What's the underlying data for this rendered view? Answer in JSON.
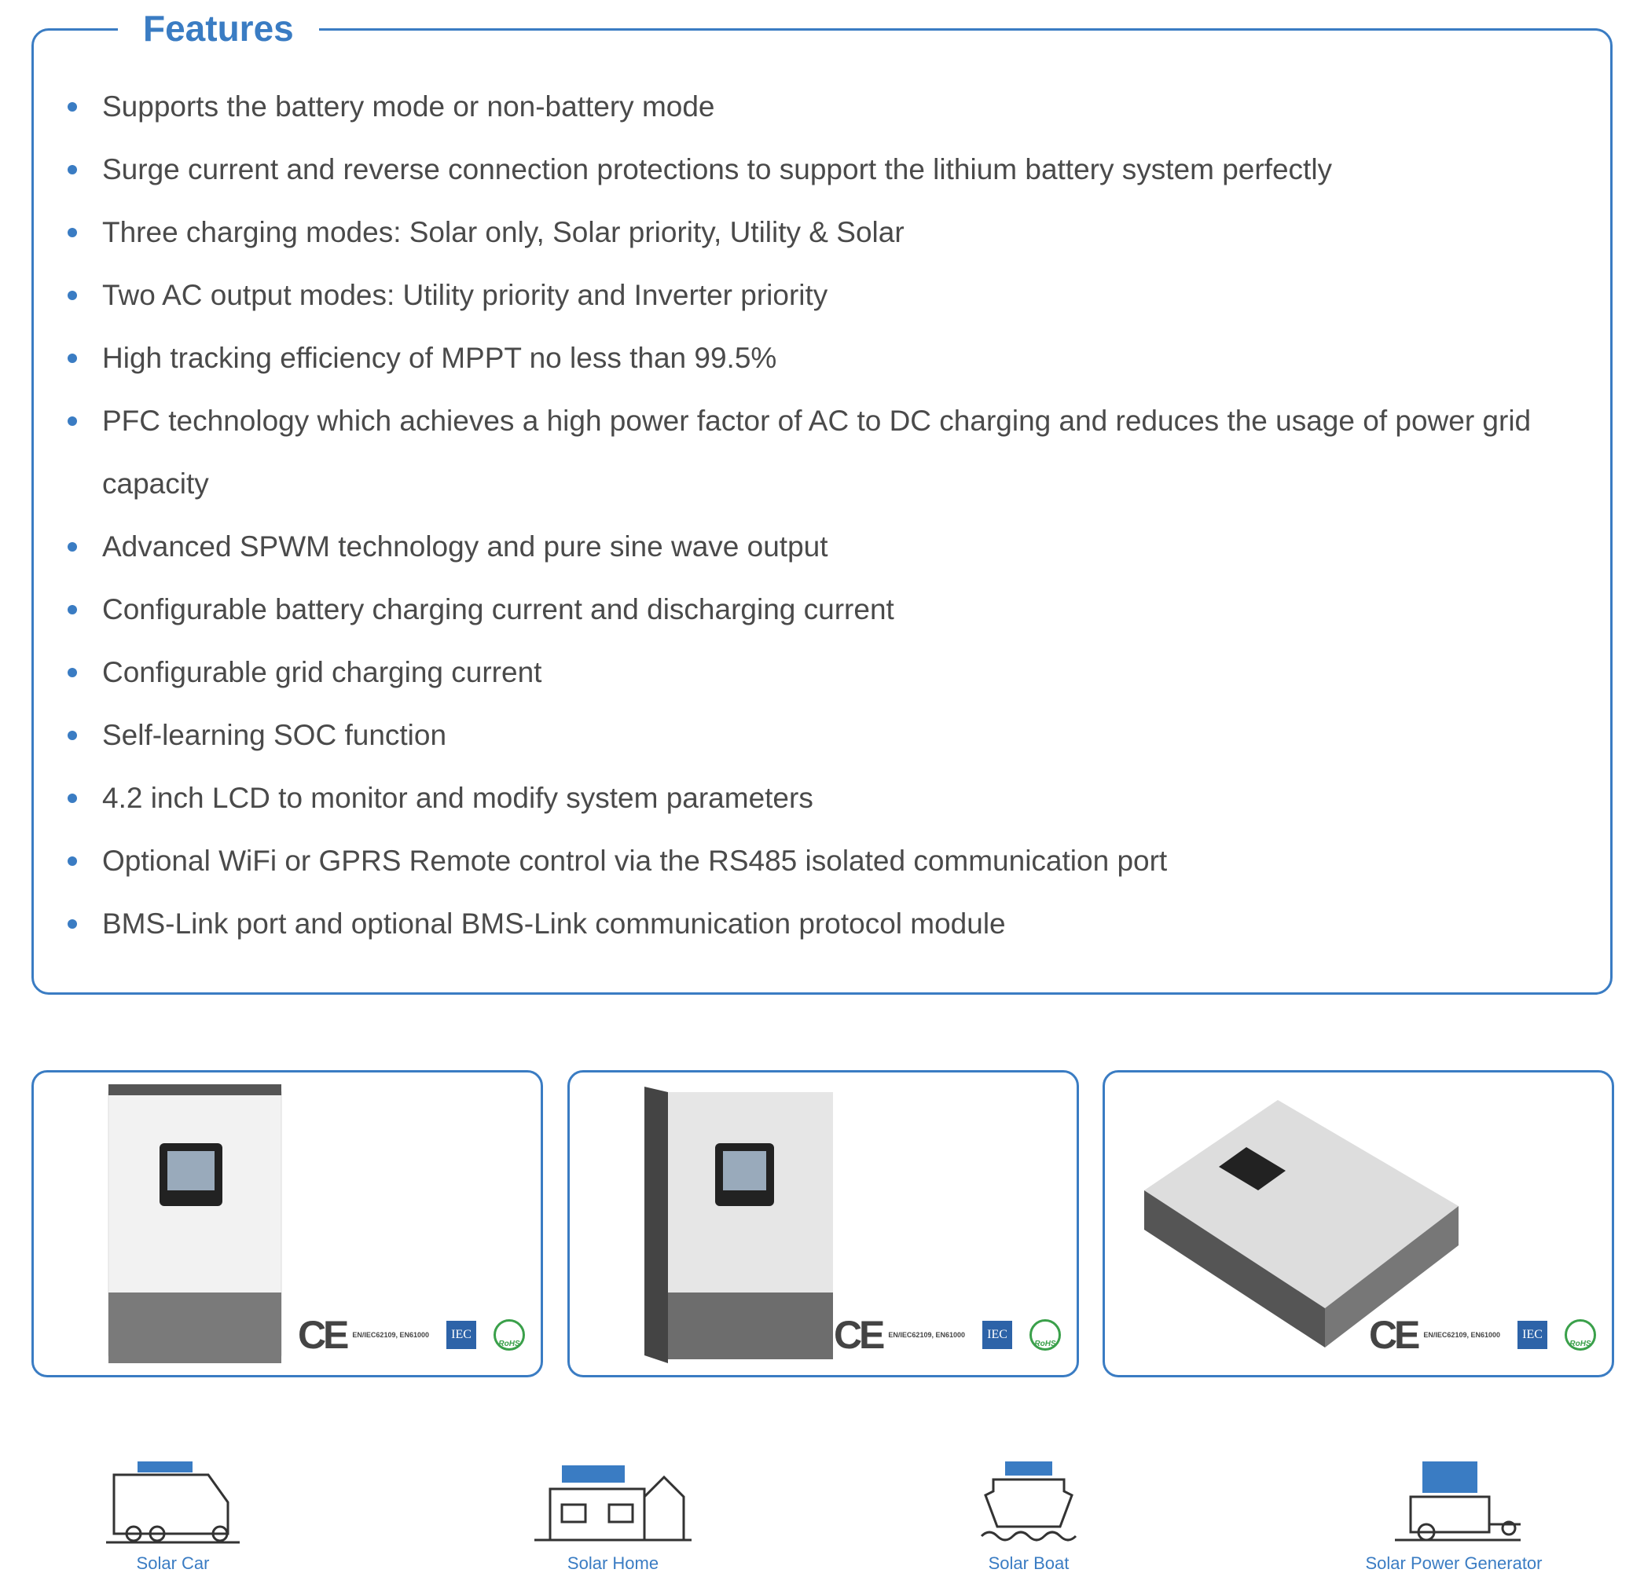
{
  "title": "Features",
  "features": [
    "Supports the battery mode or non-battery mode",
    "Surge current and reverse connection protections to support the lithium battery system perfectly",
    "Three charging modes: Solar only, Solar priority, Utility & Solar",
    "Two AC output modes: Utility priority and Inverter priority",
    "High tracking efficiency of MPPT no less than 99.5%",
    "PFC technology which achieves a high power factor of AC to DC charging and reduces the usage of power grid capacity",
    "Advanced SPWM technology and pure sine wave output",
    "Configurable battery charging current and discharging current",
    "Configurable grid charging current",
    "Self-learning SOC function",
    "4.2 inch LCD to monitor and modify system parameters",
    "Optional WiFi or GPRS Remote control via the RS485 isolated communication port",
    "BMS-Link port and optional BMS-Link communication protocol module"
  ],
  "certs": {
    "ce": "CE",
    "standards": "EN/IEC62109, EN61000",
    "iec": "IEC",
    "rohs": "RoHS"
  },
  "applications": [
    "Solar Car",
    "Solar Home",
    "Solar Boat",
    "Solar Power Generator"
  ],
  "colors": {
    "accent": "#3a7cc3",
    "text": "#4a4a4a"
  }
}
